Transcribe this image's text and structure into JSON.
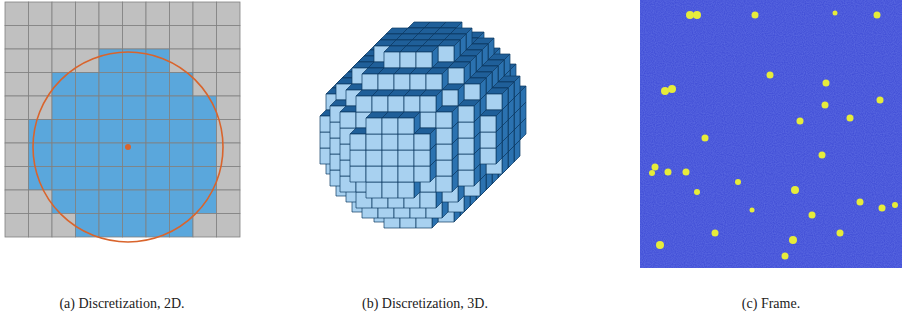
{
  "diagram": {
    "labels": [
      "(a) Discretization, 2D.",
      "(b) Discretization, 3D.",
      "(c) Frame."
    ]
  }
}
